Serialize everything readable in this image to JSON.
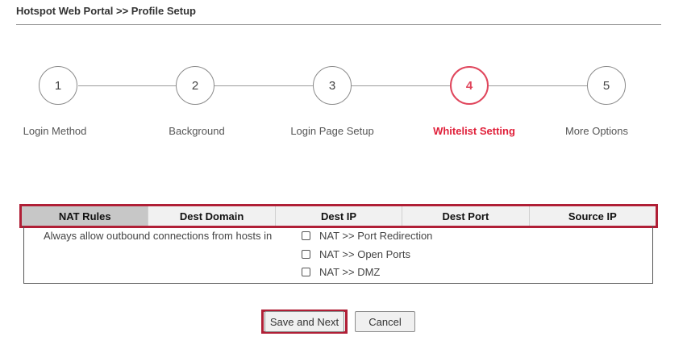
{
  "breadcrumb": "Hotspot Web Portal >> Profile Setup",
  "colors": {
    "accent": "#e0203a",
    "highlight_border": "#b01f36"
  },
  "stepper": {
    "steps": [
      {
        "number": "1",
        "label": "Login Method"
      },
      {
        "number": "2",
        "label": "Background"
      },
      {
        "number": "3",
        "label": "Login Page Setup"
      },
      {
        "number": "4",
        "label": "Whitelist Setting"
      },
      {
        "number": "5",
        "label": "More Options"
      }
    ],
    "active_step": "4"
  },
  "tabs": [
    {
      "label": "NAT Rules"
    },
    {
      "label": "Dest Domain"
    },
    {
      "label": "Dest IP"
    },
    {
      "label": "Dest Port"
    },
    {
      "label": "Source IP"
    }
  ],
  "selected_tab": "NAT Rules",
  "panel": {
    "label": "Always allow outbound connections from hosts in",
    "options": [
      {
        "label": "NAT >> Port Redirection",
        "checked": false
      },
      {
        "label": "NAT >> Open Ports",
        "checked": false
      },
      {
        "label": "NAT >> DMZ",
        "checked": false
      }
    ]
  },
  "buttons": {
    "save_next": "Save and Next",
    "cancel": "Cancel"
  }
}
